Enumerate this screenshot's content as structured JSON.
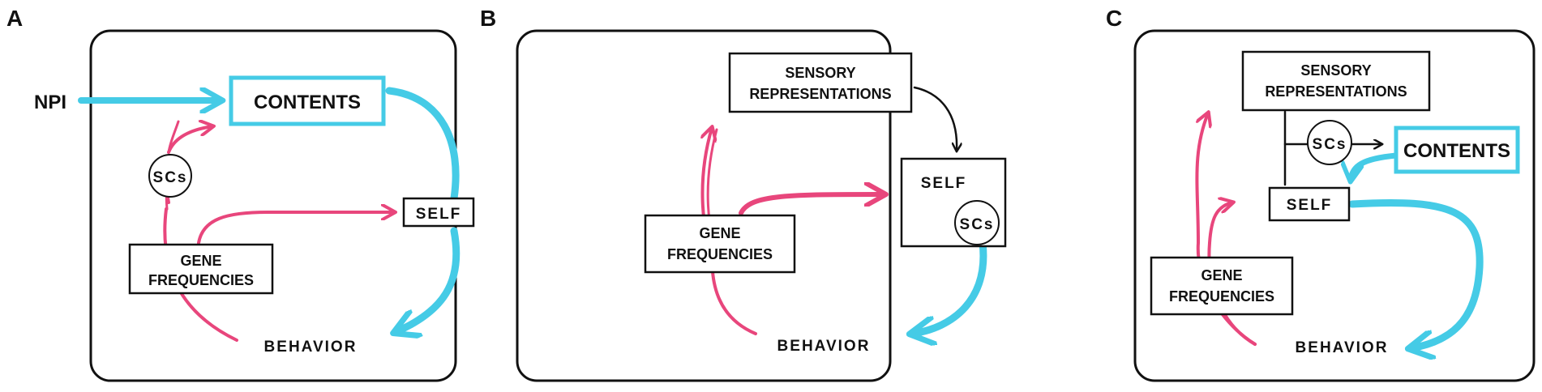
{
  "colors": {
    "pink": "#e8467c",
    "cyan": "#45cbe6",
    "ink": "#111111",
    "background": "#ffffff"
  },
  "panel_a": {
    "letter": "A",
    "npi": "NPI",
    "contents": "CONTENTS",
    "scs": "SCs",
    "self": "SELF",
    "gene_line1": "GENE",
    "gene_line2": "FREQUENCIES",
    "behavior": "BEHAVIOR"
  },
  "panel_b": {
    "letter": "B",
    "sensory_line1": "SENSORY",
    "sensory_line2": "REPRESENTATIONS",
    "self": "SELF",
    "scs": "SCs",
    "gene_line1": "GENE",
    "gene_line2": "FREQUENCIES",
    "behavior": "BEHAVIOR"
  },
  "panel_c": {
    "letter": "C",
    "sensory_line1": "SENSORY",
    "sensory_line2": "REPRESENTATIONS",
    "scs": "SCs",
    "contents": "CONTENTS",
    "self": "SELF",
    "gene_line1": "GENE",
    "gene_line2": "FREQUENCIES",
    "behavior": "BEHAVIOR"
  }
}
